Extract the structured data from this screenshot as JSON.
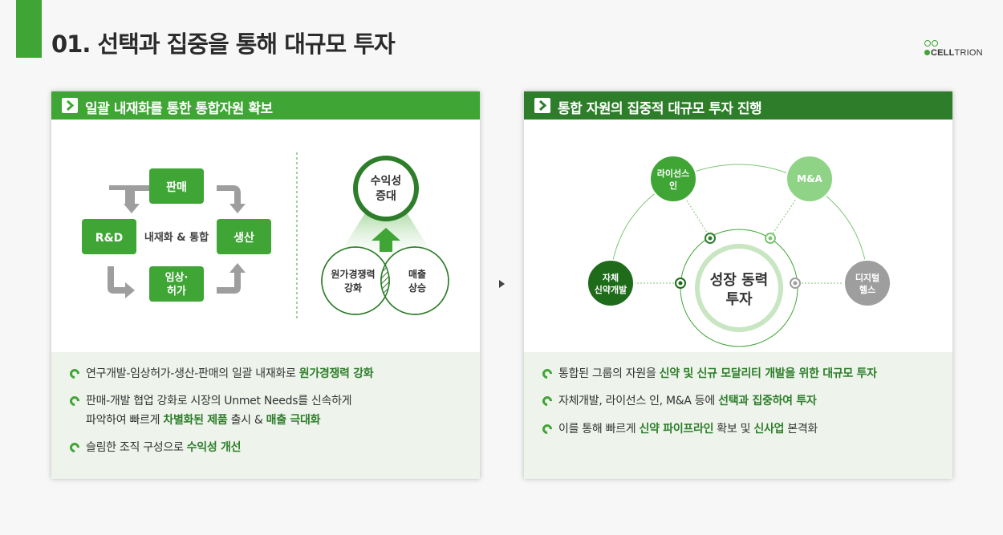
{
  "page": {
    "title": "01. 선택과 집중을 통해 대규모 투자",
    "logo_text_bold": "CELL",
    "logo_text_light": "TRION"
  },
  "colors": {
    "green": "#3fa535",
    "dark_green": "#2e7d2a",
    "deep_green": "#1e6b1a",
    "light_green": "#c8e6c2",
    "gray": "#9e9e9e"
  },
  "left_panel": {
    "header": "일괄 내재화를 통한 통합자원 확보",
    "cycle": {
      "top": "판매",
      "left": "R&D",
      "right": "생산",
      "bottom_line1": "임상·",
      "bottom_line2": "허가",
      "center": "내재화 & 통합"
    },
    "venn": {
      "top_line1": "수익성",
      "top_line2": "증대",
      "left_line1": "원가경쟁력",
      "left_line2": "강화",
      "right_line1": "매출",
      "right_line2": "상승"
    },
    "bullets": [
      {
        "pre": "연구개발-임상허가-생산-판매의 일괄 내재화로 ",
        "hl": "원가경쟁력 강화"
      },
      {
        "line1": "판매-개발 협업 강화로 시장의 Unmet Needs를 신속하게",
        "pre": "파악하여 빠르게 ",
        "hl": "차별화된 제품",
        "mid": " 출시 & ",
        "hl2": "매출 극대화"
      },
      {
        "pre": "슬림한 조직 구성으로 ",
        "hl": "수익성 개선"
      }
    ]
  },
  "right_panel": {
    "header": "통합 자원의 집중적 대규모 투자 진행",
    "center_line1": "성장 동력",
    "center_line2": "투자",
    "nodes": {
      "left_line1": "자체",
      "left_line2": "신약개발",
      "top_left_line1": "라이선스",
      "top_left_line2": "인",
      "top_right": "M&A",
      "right_line1": "디지털",
      "right_line2": "헬스"
    },
    "bullets": [
      {
        "pre": "통합된 그룹의 자원을 ",
        "hl": "신약 및 신규 모달리티 개발을 위한 대규모 투자"
      },
      {
        "pre": "자체개발, 라이선스 인, M&A 등에 ",
        "hl": "선택과 집중하여 투자"
      },
      {
        "pre": "이를 통해 빠르게 ",
        "hl": "신약 파이프라인",
        "mid": " 확보 및 ",
        "hl2": "신사업",
        "post": " 본격화"
      }
    ]
  }
}
